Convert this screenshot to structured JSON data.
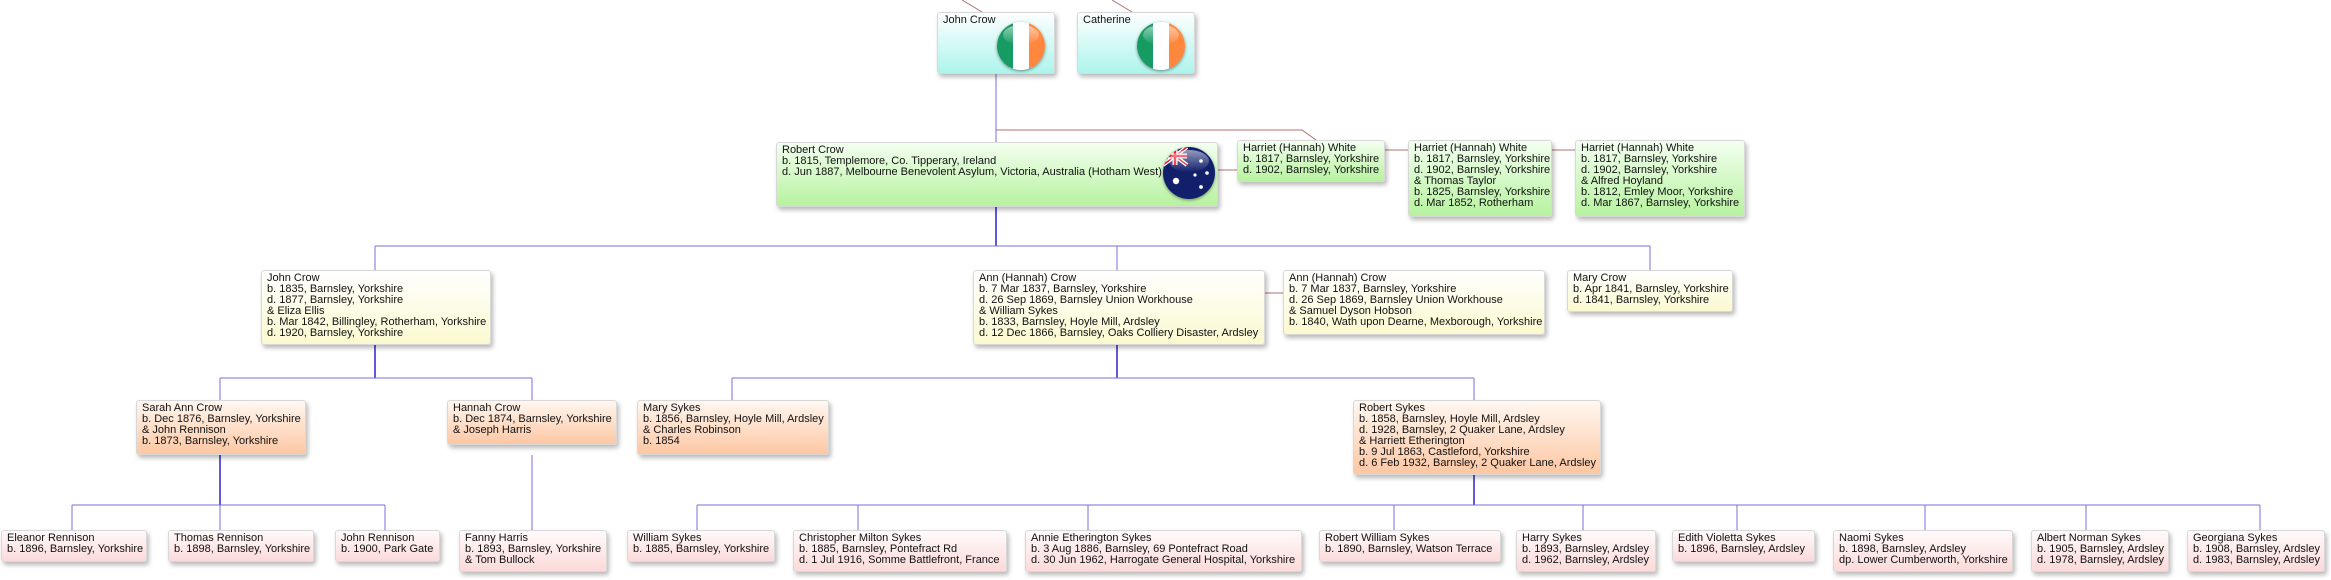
{
  "people": {
    "john_crow_sr": {
      "lines": [
        "John Crow"
      ],
      "flag": "ireland-flag-icon"
    },
    "catherine": {
      "lines": [
        "Catherine"
      ],
      "flag": "ireland-flag-icon"
    },
    "robert_crow": {
      "lines": [
        "Robert Crow",
        "b. 1815, Templemore, Co. Tipperary, Ireland",
        "d. Jun 1887, Melbourne Benevolent Asylum, Victoria, Australia (Hotham West)"
      ],
      "flag": "australia-flag-icon"
    },
    "harriet_1": {
      "lines": [
        "Harriet (Hannah) White",
        "b. 1817, Barnsley, Yorkshire",
        "d. 1902, Barnsley, Yorkshire"
      ]
    },
    "harriet_2": {
      "lines": [
        "Harriet (Hannah) White",
        "b. 1817, Barnsley, Yorkshire",
        "d. 1902, Barnsley, Yorkshire",
        "& Thomas Taylor",
        "b. 1825, Barnsley, Yorkshire",
        "d. Mar 1852, Rotherham"
      ]
    },
    "harriet_3": {
      "lines": [
        "Harriet (Hannah) White",
        "b. 1817, Barnsley, Yorkshire",
        "d. 1902, Barnsley, Yorkshire",
        "& Alfred Hoyland",
        "b. 1812, Emley Moor, Yorkshire",
        "d. Mar 1867, Barnsley, Yorkshire"
      ]
    },
    "john_crow": {
      "lines": [
        "John Crow",
        "b. 1835, Barnsley, Yorkshire",
        "d. 1877, Barnsley, Yorkshire",
        "& Eliza Ellis",
        "b. Mar 1842, Billingley, Rotherham, Yorkshire",
        "d. 1920, Barnsley, Yorkshire"
      ]
    },
    "ann_crow_1": {
      "lines": [
        "Ann (Hannah) Crow",
        "b. 7 Mar 1837, Barnsley, Yorkshire",
        "d. 26 Sep 1869, Barnsley Union Workhouse",
        "& William Sykes",
        "b. 1833, Barnsley, Hoyle Mill, Ardsley",
        "d. 12 Dec 1866, Barnsley, Oaks Colliery Disaster, Ardsley"
      ]
    },
    "ann_crow_2": {
      "lines": [
        "Ann (Hannah) Crow",
        "b. 7 Mar 1837, Barnsley, Yorkshire",
        "d. 26 Sep 1869, Barnsley Union Workhouse",
        "& Samuel Dyson Hobson",
        "b. 1840, Wath upon Dearne, Mexborough, Yorkshire"
      ]
    },
    "mary_crow": {
      "lines": [
        "Mary Crow",
        "b. Apr 1841, Barnsley, Yorkshire",
        "d. 1841, Barnsley, Yorkshire"
      ]
    },
    "sarah_ann_crow": {
      "lines": [
        "Sarah Ann Crow",
        "b. Dec 1876, Barnsley, Yorkshire",
        "& John Rennison",
        "b. 1873, Barnsley, Yorkshire"
      ]
    },
    "hannah_crow": {
      "lines": [
        "Hannah Crow",
        "b. Dec 1874, Barnsley, Yorkshire",
        "& Joseph Harris"
      ]
    },
    "mary_sykes": {
      "lines": [
        "Mary Sykes",
        "b. 1856, Barnsley, Hoyle Mill, Ardsley",
        "& Charles Robinson",
        "b. 1854"
      ]
    },
    "robert_sykes": {
      "lines": [
        "Robert Sykes",
        "b. 1858, Barnsley, Hoyle Mill, Ardsley",
        "d. 1928, Barnsley, 2 Quaker Lane, Ardsley",
        "& Harriett Etherington",
        "b. 9 Jul 1863, Castleford, Yorkshire",
        "d. 6 Feb 1932, Barnsley, 2 Quaker Lane, Ardsley"
      ]
    },
    "eleanor_rennison": {
      "lines": [
        "Eleanor Rennison",
        "b. 1896, Barnsley, Yorkshire"
      ]
    },
    "thomas_rennison": {
      "lines": [
        "Thomas Rennison",
        "b. 1898, Barnsley, Yorkshire"
      ]
    },
    "john_rennison": {
      "lines": [
        "John Rennison",
        "b. 1900, Park Gate"
      ]
    },
    "fanny_harris": {
      "lines": [
        "Fanny Harris",
        "b. 1893, Barnsley, Yorkshire",
        "& Tom Bullock"
      ]
    },
    "william_sykes": {
      "lines": [
        "William Sykes",
        "b. 1885, Barnsley, Yorkshire"
      ]
    },
    "christopher_sykes": {
      "lines": [
        "Christopher Milton Sykes",
        "b. 1885, Barnsley, Pontefract Rd",
        "d. 1 Jul 1916, Somme Battlefront, France"
      ]
    },
    "annie_sykes": {
      "lines": [
        "Annie Etherington Sykes",
        "b. 3 Aug 1886, Barnsley, 69 Pontefract Road",
        "d. 30 Jun 1962, Harrogate General Hospital, Yorkshire"
      ]
    },
    "robert_william_sykes": {
      "lines": [
        "Robert William Sykes",
        "b. 1890, Barnsley, Watson Terrace"
      ]
    },
    "harry_sykes": {
      "lines": [
        "Harry Sykes",
        "b. 1893, Barnsley, Ardsley",
        "d. 1962, Barnsley, Ardsley"
      ]
    },
    "edith_sykes": {
      "lines": [
        "Edith Violetta Sykes",
        "b. 1896, Barnsley, Ardsley"
      ]
    },
    "naomi_sykes": {
      "lines": [
        "Naomi Sykes",
        "b. 1898, Barnsley, Ardsley",
        "dp. Lower Cumberworth, Yorkshire"
      ]
    },
    "albert_sykes": {
      "lines": [
        "Albert Norman Sykes",
        "b. 1905, Barnsley, Ardsley",
        "d. 1978, Barnsley, Ardsley"
      ]
    },
    "georgiana_sykes": {
      "lines": [
        "Georgiana Sykes",
        "b. 1908, Barnsley, Ardsley",
        "d. 1983, Barnsley, Ardsley"
      ]
    }
  },
  "colors": {
    "connector": "#7b6fe0",
    "connector_strong": "#2a22c9",
    "spouse_link": "#b07070",
    "generation_1": "#aef4ec",
    "generation_2": "#b7f29f",
    "generation_3": "#fbf9cf",
    "generation_4": "#fdc7a3",
    "generation_5": "#fcdada"
  }
}
